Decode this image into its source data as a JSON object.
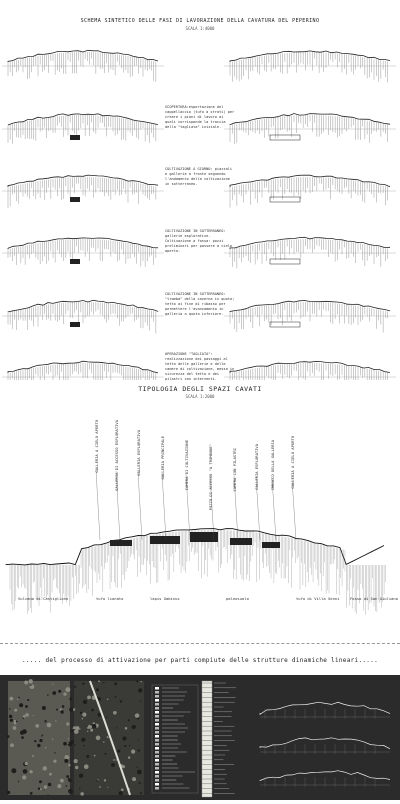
{
  "header": {
    "title": "SCHEMA SINTETICO DELLE FASI DI LAVORAZIONE DELLA CAVATURA DEL PEPERINO",
    "scale": "SCALA 1:4000"
  },
  "phases": [
    {
      "text": "SCOPERTURA:esportazione del cappellaccio (tufo a strati) per creare i piani di lavoro ai quali corrisponde la traccia della \"tagliata\" iniziale."
    },
    {
      "text": "COLTIVAZIONE A GIORNO: piazzali e gallerie a fronte seguendo l'andamento della coltivazione in sotterraneo."
    },
    {
      "text": "COLTIVAZIONE IN SOTTERRANEO: gallerie esplorative. Coltivazione a fossa: pozzi preliminari per passare a cielo aperto."
    },
    {
      "text": "COLTIVAZIONE IN SOTTERRANEO: \"tromba\" della caverna in quota; tetto ai fine di ribasso per permettere l'avanzamento in galleria a quota inferiore."
    },
    {
      "text": "OPERAZIONE \"TAGLIATA\": realizzazione dei passaggi al tetto delle gallerie e delle camere di coltivazione, messa in sicurezza del tetto e dei pilastri con interventi."
    }
  ],
  "section": {
    "title": "TIPOLOGIA DEGLI SPAZI CAVATI",
    "scale": "SCALA 1:2000",
    "labels": [
      "GALLERIA A CIELO APERTO",
      "GALLERIA DI ACCESSO ESPLORATIVA",
      "GALLERIA ESPLORATIVA",
      "GALLERIA PRINCIPALE",
      "CAMERA DI COLTIVAZIONE",
      "POZZO DI ACCESSO \"A TROMBONE\"",
      "CAMERA CON PILASTRI",
      "GALLERIA ESPLORATIVA",
      "IMBOCCO DELLA GALLERIA",
      "GALLERIA A CIELO APERTO"
    ],
    "places": [
      "Vulcano di Castiglione",
      "tufo lionato",
      "lapis Gabinus",
      "paleosuolo",
      "tufo di Villa Senni",
      "Fosso di San Giuliano"
    ]
  },
  "caption": "..... del processo di attivazione per parti compiute delle strutture dinamiche lineari....."
}
